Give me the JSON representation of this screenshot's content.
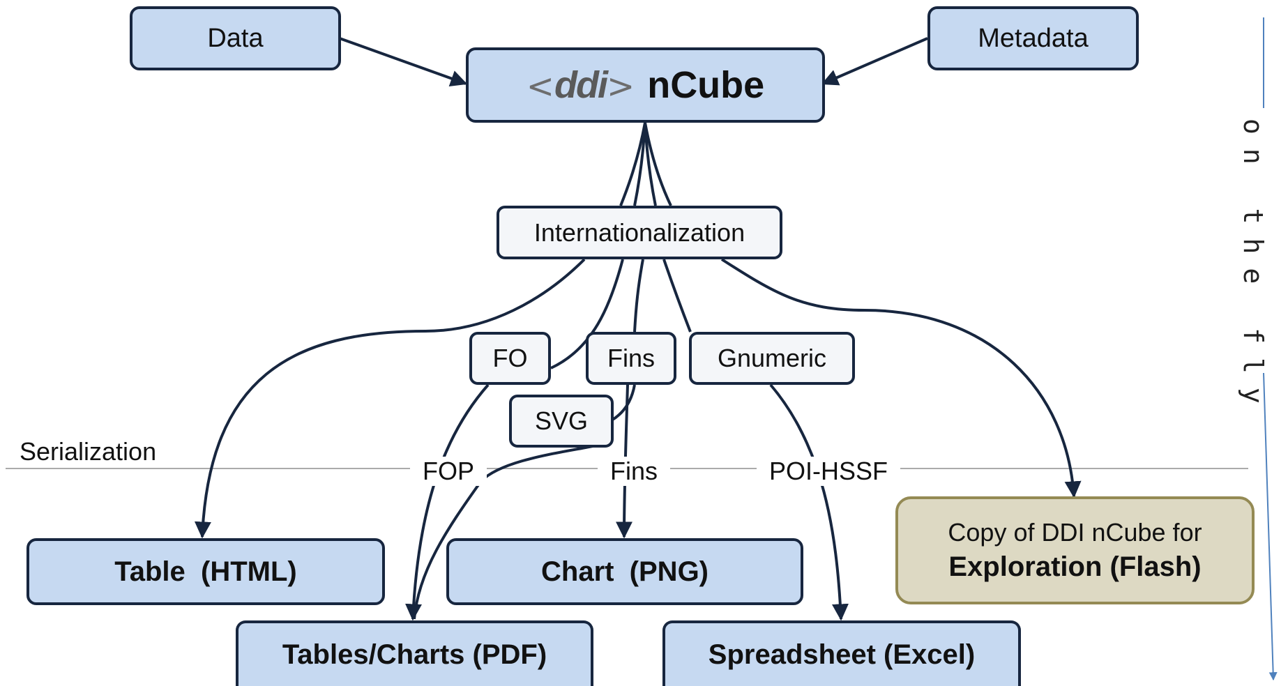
{
  "nodes": {
    "data": "Data",
    "metadata": "Metadata",
    "ncube_logo": "<ddi>",
    "ncube_logo_inner": "ddi",
    "ncube_title": "nCube",
    "internationalization": "Internationalization",
    "fo": "FO",
    "fins": "Fins",
    "gnumeric": "Gnumeric",
    "svg": "SVG",
    "table_html": "Table  (HTML)",
    "chart_png": "Chart  (PNG)",
    "tables_charts_pdf": "Tables/Charts (PDF)",
    "spreadsheet_excel": "Spreadsheet (Excel)",
    "copy_line1": "Copy of DDI nCube for",
    "copy_line2": "Exploration (Flash)"
  },
  "labels": {
    "serialization": "Serialization",
    "fop": "FOP",
    "fins": "Fins",
    "poi_hssf": "POI-HSSF",
    "on_the_fly": "on the fly"
  },
  "colors": {
    "box_fill": "#c6d9f1",
    "box_border": "#17263f",
    "khaki_fill": "#ddd9c3",
    "khaki_border": "#948a54",
    "arrow": "#17263f",
    "side_arrow": "#4f81bd"
  }
}
